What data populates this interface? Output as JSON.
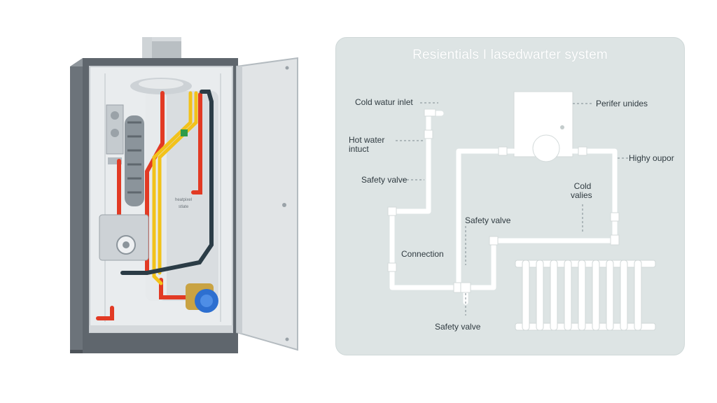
{
  "diagram": {
    "title": "Resientials I lasedwarter system",
    "labels": {
      "cold_water_inlet": "Cold watur inlet",
      "hot_water_line1": "Hot water",
      "hot_water_line2": "intuct",
      "safety_valve_left": "Safety valve",
      "connection": "Connection",
      "safety_valve_mid": "Safety valve",
      "safety_valve_bottom": "Safety valve",
      "cold_valves_line1": "Cold",
      "cold_valves_line2": "valies",
      "perifer_unides": "Perifer unides",
      "highy_oupor": "Highy oupor"
    }
  },
  "illustration": {
    "box_label_line1": "heatpixel",
    "box_label_line2": "stlate"
  },
  "colors": {
    "hot_pipe": "#e23a24",
    "gas_pipe": "#f2c21a",
    "panel_bg": "#dde4e4",
    "pipe_white": "#ffffff",
    "pump_blue": "#2d6fd0"
  }
}
